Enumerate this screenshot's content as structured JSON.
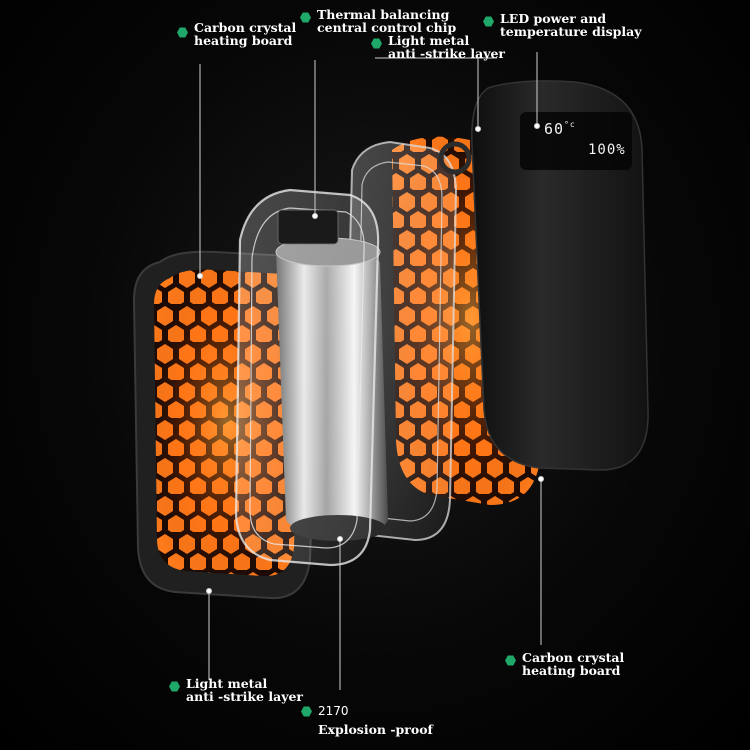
{
  "callouts": {
    "carbon_board_top": {
      "line1": "Carbon crystal",
      "line2": "heating board"
    },
    "chip": {
      "line1": "Thermal balancing",
      "line2": "central control chip"
    },
    "led": {
      "line1": "LED power and",
      "line2": "temperature display"
    },
    "metal_layer_top": {
      "line1": "Light metal",
      "line2": "anti -strike layer"
    },
    "metal_layer_bottom": {
      "line1": "Light metal",
      "line2": "anti -strike layer"
    },
    "battery": {
      "line1": "2170",
      "line2": "Explosion -proof"
    },
    "carbon_board_bottom": {
      "line1": "Carbon crystal",
      "line2": "heating board"
    }
  },
  "display": {
    "temperature": "60",
    "unit": "°c",
    "battery": "100%"
  },
  "colors": {
    "accent_hex": "#1fa86a",
    "glow": "#ff6a00",
    "body": "#1c1c1c"
  }
}
